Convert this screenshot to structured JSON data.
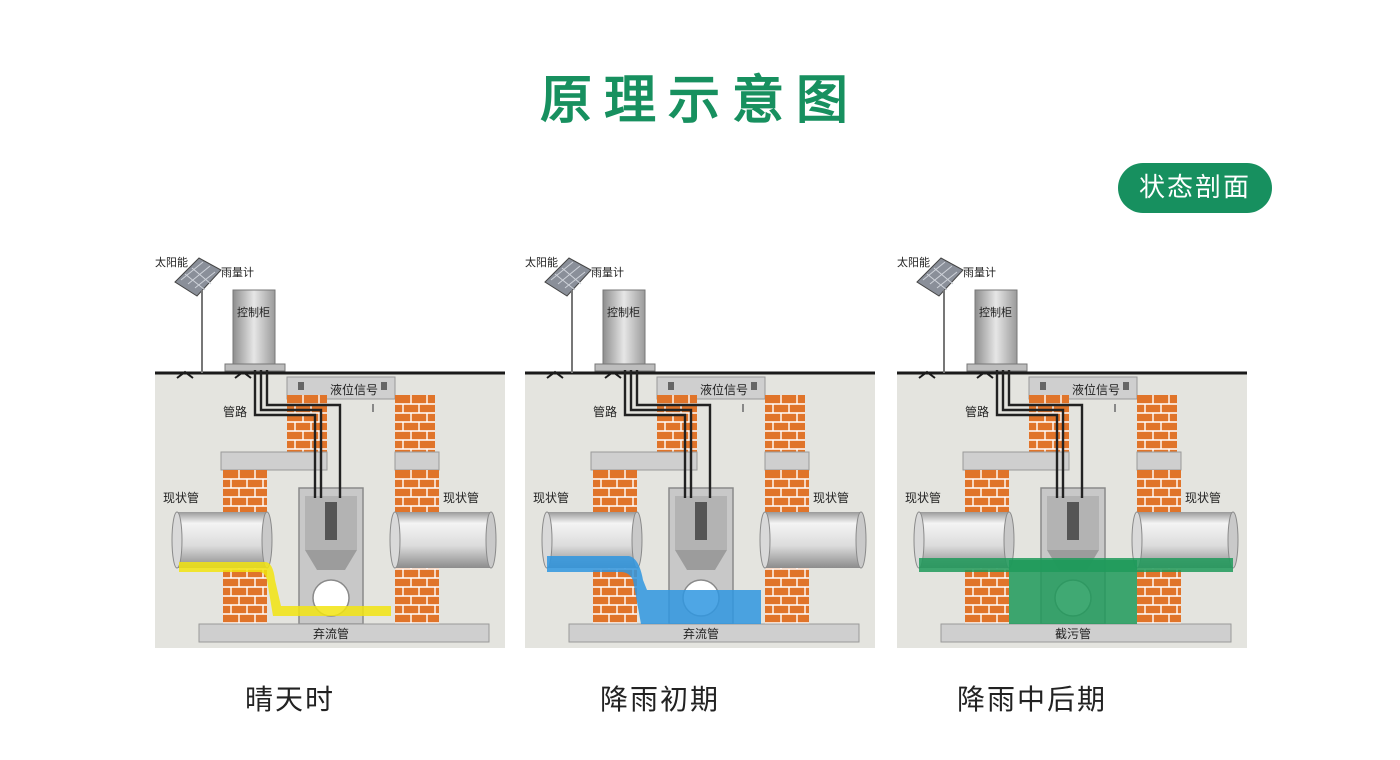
{
  "title": "原理示意图",
  "badge": "状态剖面",
  "labels": {
    "solar": "太阳能",
    "rain_gauge": "雨量计",
    "cabinet": "控制柜",
    "level_signal": "液位信号",
    "pipeline": "管路",
    "existing_pipe": "现状管"
  },
  "panels": [
    {
      "caption": "晴天时",
      "bottom_pipe": "弃流管",
      "water_color": "#f2e410",
      "state": "dry"
    },
    {
      "caption": "降雨初期",
      "bottom_pipe": "弃流管",
      "water_color": "#2f97e0",
      "state": "initial"
    },
    {
      "caption": "降雨中后期",
      "bottom_pipe": "截污管",
      "water_color": "#1f9a5a",
      "state": "later"
    }
  ],
  "colors": {
    "accent": "#17905f",
    "brick": "#e0742a",
    "ground": "#1a1a1a"
  }
}
